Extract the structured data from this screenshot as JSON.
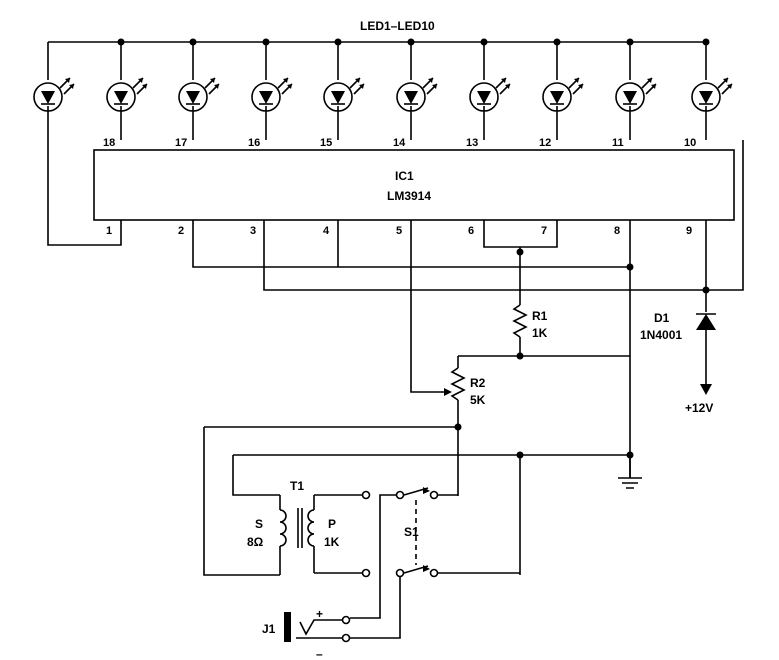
{
  "led_group_label": "LED1–LED10",
  "ic": {
    "ref": "IC1",
    "part": "LM3914",
    "top_pins": [
      "18",
      "17",
      "16",
      "15",
      "14",
      "13",
      "12",
      "11",
      "10"
    ],
    "bottom_pins": [
      "1",
      "2",
      "3",
      "4",
      "5",
      "6",
      "7",
      "8",
      "9"
    ]
  },
  "r1": {
    "ref": "R1",
    "value": "1K"
  },
  "r2": {
    "ref": "R2",
    "value": "5K"
  },
  "d1": {
    "ref": "D1",
    "part": "1N4001"
  },
  "supply": "+12V",
  "t1": {
    "ref": "T1",
    "secondary_label": "S",
    "secondary_value": "8Ω",
    "primary_label": "P",
    "primary_value": "1K"
  },
  "s1": {
    "ref": "S1"
  },
  "j1": {
    "ref": "J1",
    "plus": "+",
    "minus": "–"
  }
}
